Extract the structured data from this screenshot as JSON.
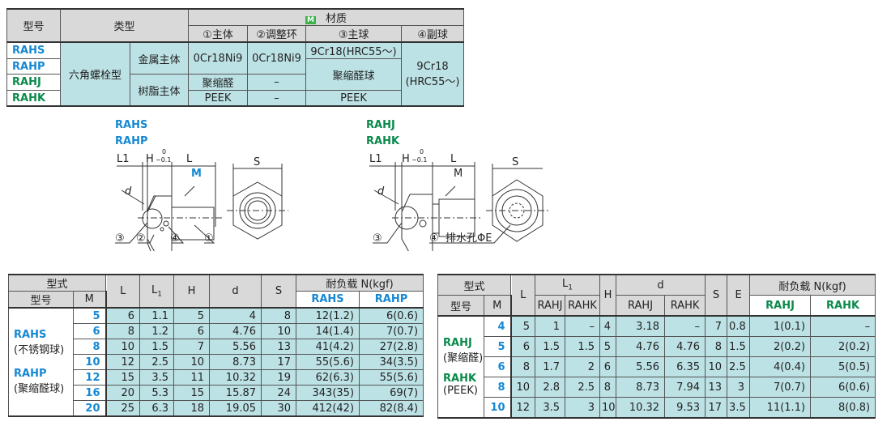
{
  "materials_table": {
    "headers": {
      "model": "型号",
      "type": "类型",
      "material": "材质",
      "material_badge": "M",
      "main_body": "①主体",
      "adjust_ring": "②调整环",
      "main_ball": "③主球",
      "sub_ball": "④副球"
    },
    "models": [
      "RAHS",
      "RAHP",
      "RAHJ",
      "RAHK"
    ],
    "type_group": "六角螺栓型",
    "metal_body": "金属主体",
    "resin_body": "树脂主体",
    "cells": {
      "metal_main": "0Cr18Ni9",
      "metal_ring": "0Cr18Ni9",
      "rahs_ball": "9Cr18(HRC55～)",
      "rahp_ball": "聚缩醛球",
      "sub_ball_line1": "9Cr18",
      "sub_ball_line2": "(HRC55～)",
      "rahj_main": "聚缩醛",
      "rahj_ring": "–",
      "rahk_main": "PEEK",
      "rahk_ring": "–",
      "rahk_ball": "PEEK"
    }
  },
  "diagrams": {
    "left": {
      "title1": "RAHS",
      "title2": "RAHP",
      "L1": "L1",
      "H": "H",
      "tol_upper": "0",
      "tol_lower": "−0.1",
      "L": "L",
      "M": "M",
      "d": "d",
      "S": "S",
      "c1": "①",
      "c2": "②",
      "c3": "③",
      "c4": "④"
    },
    "right": {
      "title1": "RAHJ",
      "title2": "RAHK",
      "L1": "L1",
      "H": "H",
      "tol_upper": "0",
      "tol_lower": "−0.1",
      "L": "L",
      "M": "M",
      "d": "d",
      "S": "S",
      "c3": "③",
      "c4": "④",
      "drain": "排水孔ΦE"
    }
  },
  "table_left": {
    "h": {
      "style": "型式",
      "model": "型号",
      "M": "M",
      "L": "L",
      "L1": "L",
      "L1sub": "1",
      "H": "H",
      "d": "d",
      "S": "S",
      "load": "耐负载 N(kgf)",
      "rahs": "RAHS",
      "rahp": "RAHP"
    },
    "groups": [
      {
        "name": "RAHS",
        "desc": "(不锈钢球)"
      },
      {
        "name": "RAHP",
        "desc": "(聚缩醛球)"
      }
    ],
    "rows": [
      [
        "5",
        "6",
        "1.1",
        "5",
        "4",
        "8",
        "12(1.2)",
        "6(0.6)"
      ],
      [
        "6",
        "8",
        "1.2",
        "6",
        "4.76",
        "10",
        "14(1.4)",
        "7(0.7)"
      ],
      [
        "8",
        "10",
        "1.5",
        "7",
        "5.56",
        "13",
        "41(4.2)",
        "27(2.8)"
      ],
      [
        "10",
        "12",
        "2.5",
        "10",
        "8.73",
        "17",
        "55(5.6)",
        "34(3.5)"
      ],
      [
        "12",
        "15",
        "3.5",
        "11",
        "10.32",
        "19",
        "62(6.3)",
        "55(5.6)"
      ],
      [
        "16",
        "20",
        "5.3",
        "15",
        "15.87",
        "24",
        "343(35)",
        "69(7)"
      ],
      [
        "20",
        "25",
        "6.3",
        "18",
        "19.05",
        "30",
        "412(42)",
        "82(8.4)"
      ]
    ]
  },
  "table_right": {
    "h": {
      "style": "型式",
      "model": "型号",
      "M": "M",
      "L": "L",
      "L1": "L",
      "L1sub": "1",
      "H": "H",
      "d": "d",
      "S": "S",
      "E": "E",
      "load": "耐负载 N(kgf)",
      "rahj": "RAHJ",
      "rahk": "RAHK"
    },
    "groups": [
      {
        "name": "RAHJ",
        "desc": "(聚缩醛)"
      },
      {
        "name": "RAHK",
        "desc": "(PEEK)"
      }
    ],
    "rows": [
      [
        "4",
        "5",
        "1",
        "–",
        "4",
        "3.18",
        "–",
        "7",
        "0.8",
        "1(0.1)",
        "–"
      ],
      [
        "5",
        "6",
        "1.5",
        "1.5",
        "5",
        "4.76",
        "4.76",
        "8",
        "1.5",
        "2(0.2)",
        "2(0.2)"
      ],
      [
        "6",
        "8",
        "1.7",
        "2",
        "6",
        "5.56",
        "6.35",
        "10",
        "2.5",
        "4(0.4)",
        "5(0.5)"
      ],
      [
        "8",
        "10",
        "2.8",
        "2.5",
        "8",
        "8.73",
        "7.94",
        "13",
        "3",
        "7(0.7)",
        "6(0.6)"
      ],
      [
        "10",
        "12",
        "3.5",
        "3",
        "10",
        "10.32",
        "9.53",
        "17",
        "3.5",
        "11(1.1)",
        "8(0.8)"
      ]
    ]
  },
  "colors": {
    "header": "#d9d9d9",
    "cell": "#bde2e5",
    "blue": "#1688d2",
    "green": "#0b8a4c"
  }
}
